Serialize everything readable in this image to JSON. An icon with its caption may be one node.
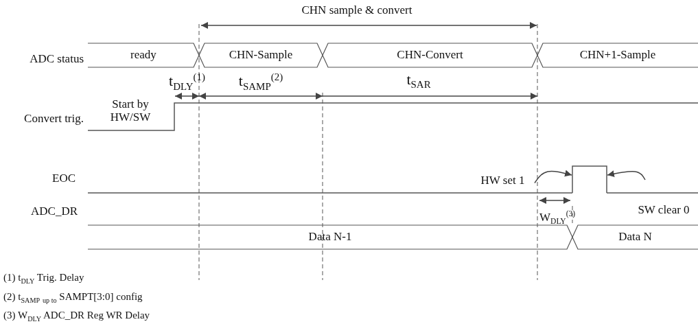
{
  "diagram": {
    "nodes": [
      {
        "text": [
          "ready"
        ]
      },
      {
        "text": [
          "CHN-Sample"
        ]
      },
      {
        "text": [
          "CHN-Convert"
        ]
      },
      {
        "text": [
          "CHN+1-Sample"
        ]
      },
      {
        "text": [
          "Data N-1"
        ]
      },
      {
        "text": [
          "Data N"
        ]
      },
      {
        "text": [
          "HW set 1"
        ]
      },
      {
        "text": [],
        "shape": "box"
      },
      {
        "text": [
          "SW clear 0"
        ]
      }
    ],
    "edges": [
      {
        "from": 6,
        "to": 7,
        "arrow": "to"
      },
      {
        "from": 8,
        "to": 7,
        "arrow": "to"
      }
    ],
    "labels": [
      "CHN sample & convert",
      "ADC status",
      "t$_{DLY}$$^{(1)}$",
      "t$_{SAMP}$$^{(2)}$",
      "t$_{SAR}$",
      "Start by HW/SW",
      "Convert trig.",
      "EOC",
      "ADC_DR",
      "W$_{DLY}$$^{(3)}$",
      "(1) t$_{DLY}$ Trig. Delay",
      "(2) t$_{SAMP}$ $_{up to}$ SAMPT[3:0] config",
      "(3) W$_{DLY}$ ADC_DR Reg WR Delay"
    ]
  }
}
